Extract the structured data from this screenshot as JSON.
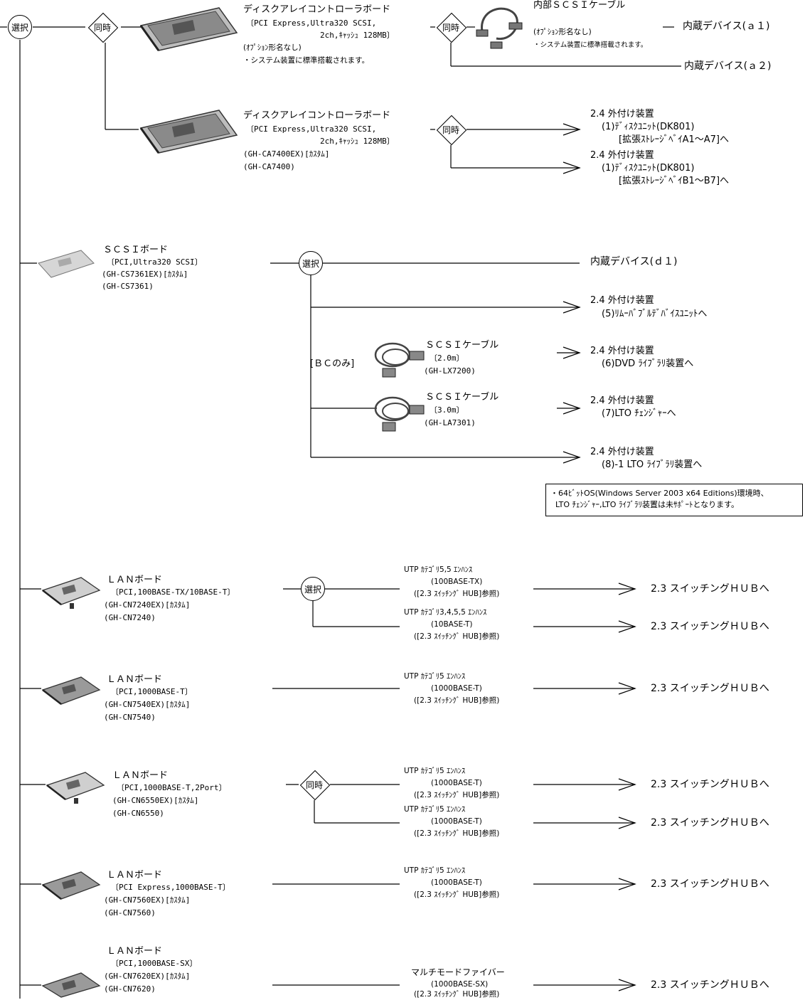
{
  "nodes": {
    "root_select": "選択",
    "simul_1": "同時",
    "simul_2": "同時",
    "simul_3": "同時",
    "select_scsi": "選択",
    "select_lan1": "選択",
    "simul_lan3": "同時"
  },
  "disk_ctrl_1": {
    "title": "ディスクアレイコントローラボード",
    "spec1": "〔PCI Express,Ultra320 SCSI,",
    "spec2": "2ch,ｷｬｯｼｭ 128MB〕",
    "model": "(ｵﾌﾟｼｮﾝ形名なし)",
    "note": "・システム装置に標準搭載されます。"
  },
  "internal_cable": {
    "title": "内部ＳＣＳＩケーブル",
    "model": "(ｵﾌﾟｼｮﾝ形名なし)",
    "note": "・システム装置に標準搭載されます。"
  },
  "dest_a1": "内蔵デバイス(ａ１)",
  "dest_a2": "内蔵デバイス(ａ２)",
  "disk_ctrl_2": {
    "title": "ディスクアレイコントローラボード",
    "spec1": "〔PCI Express,Ultra320 SCSI,",
    "spec2": "2ch,ｷｬｯｼｭ 128MB〕",
    "model1": "(GH-CA7400EX)[ｶｽﾀﾑ]",
    "model2": "(GH-CA7400)"
  },
  "ext_dk_a": {
    "line1": "2.4 外付け装置",
    "line2": "(1)ﾃﾞｨｽｸﾕﾆｯﾄ(DK801)",
    "line3": "[拡張ｽﾄﾚｰｼﾞﾍﾞｲA1～A7]へ"
  },
  "ext_dk_b": {
    "line1": "2.4 外付け装置",
    "line2": "(1)ﾃﾞｨｽｸﾕﾆｯﾄ(DK801)",
    "line3": "[拡張ｽﾄﾚｰｼﾞﾍﾞｲB1～B7]へ"
  },
  "scsi_board": {
    "title": "ＳＣＳＩボード",
    "spec": "〔PCI,Ultra320 SCSI〕",
    "model1": "(GH-CS7361EX)[ｶｽﾀﾑ]",
    "model2": "(GH-CS7361)"
  },
  "dest_d1": "内蔵デバイス(ｄ１)",
  "ext_removable": {
    "line1": "2.4 外付け装置",
    "line2": "(5)ﾘﾑｰﾊﾞﾌﾞﾙﾃﾞﾊﾞｲｽﾕﾆｯﾄへ"
  },
  "bc_only": "[ＢＣのみ]",
  "scsi_cable_1": {
    "title": "ＳＣＳＩケーブル",
    "length": "〔2.0m〕",
    "model": "(GH-LX7200)"
  },
  "ext_dvd": {
    "line1": "2.4 外付け装置",
    "line2": "(6)DVD ﾗｲﾌﾞﾗﾘ装置へ"
  },
  "scsi_cable_2": {
    "title": "ＳＣＳＩケーブル",
    "length": "〔3.0m〕",
    "model": "(GH-LA7301)"
  },
  "ext_lto_changer": {
    "line1": "2.4 外付け装置",
    "line2": "(7)LTO ﾁｪﾝｼﾞｬｰへ"
  },
  "ext_lto_library": {
    "line1": "2.4 外付け装置",
    "line2": "(8)-1 LTO ﾗｲﾌﾞﾗﾘ装置へ"
  },
  "note_box": {
    "line1": "・64ﾋﾞｯﾄOS(Windows Server 2003 x64 Editions)環境時、",
    "line2": "  LTO ﾁｪﾝｼﾞｬｰ,LTO ﾗｲﾌﾞﾗﾘ装置は未ｻﾎﾟｰﾄとなります。"
  },
  "lan_boards": [
    {
      "title": "ＬＡＮボード",
      "spec": "〔PCI,100BASE-TX/10BASE-T〕",
      "model1": "(GH-CN7240EX)[ｶｽﾀﾑ]",
      "model2": "(GH-CN7240)"
    },
    {
      "title": "ＬＡＮボード",
      "spec": "〔PCI,1000BASE-T〕",
      "model1": "(GH-CN7540EX)[ｶｽﾀﾑ]",
      "model2": "(GH-CN7540)"
    },
    {
      "title": "ＬＡＮボード",
      "spec": "〔PCI,1000BASE-T,2Port〕",
      "model1": "(GH-CN6550EX)[ｶｽﾀﾑ]",
      "model2": "(GH-CN6550)"
    },
    {
      "title": "ＬＡＮボード",
      "spec": "〔PCI Express,1000BASE-T〕",
      "model1": "(GH-CN7560EX)[ｶｽﾀﾑ]",
      "model2": "(GH-CN7560)"
    },
    {
      "title": "ＬＡＮボード",
      "spec": "〔PCI,1000BASE-SX〕",
      "model1": "(GH-CN7620EX)[ｶｽﾀﾑ]",
      "model2": "(GH-CN7620)"
    }
  ],
  "cables": [
    {
      "line1": "UTP ｶﾃｺﾞﾘ5,5 ｴﾝﾊﾝｽ",
      "line2": "(100BASE-TX)",
      "line3": "([2.3 ｽｲｯﾁﾝｸﾞ HUB]参照)"
    },
    {
      "line1": "UTP ｶﾃｺﾞﾘ3,4,5,5 ｴﾝﾊﾝｽ",
      "line2": "(10BASE-T)",
      "line3": "([2.3 ｽｲｯﾁﾝｸﾞ HUB]参照)"
    },
    {
      "line1": "UTP ｶﾃｺﾞﾘ5 ｴﾝﾊﾝｽ",
      "line2": "(1000BASE-T)",
      "line3": "([2.3 ｽｲｯﾁﾝｸﾞ HUB]参照)"
    },
    {
      "line1": "UTP ｶﾃｺﾞﾘ5 ｴﾝﾊﾝｽ",
      "line2": "(1000BASE-T)",
      "line3": "([2.3 ｽｲｯﾁﾝｸﾞ HUB]参照)"
    },
    {
      "line1": "UTP ｶﾃｺﾞﾘ5 ｴﾝﾊﾝｽ",
      "line2": "(1000BASE-T)",
      "line3": "([2.3 ｽｲｯﾁﾝｸﾞ HUB]参照)"
    },
    {
      "line1": "UTP ｶﾃｺﾞﾘ5 ｴﾝﾊﾝｽ",
      "line2": "(1000BASE-T)",
      "line3": "([2.3 ｽｲｯﾁﾝｸﾞ HUB]参照)"
    },
    {
      "line1": "マルチモードファイバー",
      "line2": "(1000BASE-SX)",
      "line3": "([2.3 ｽｲｯﾁﾝｸﾞ HUB]参照)"
    }
  ],
  "hub_dest": "2.3 スイッチングＨＵＢへ"
}
